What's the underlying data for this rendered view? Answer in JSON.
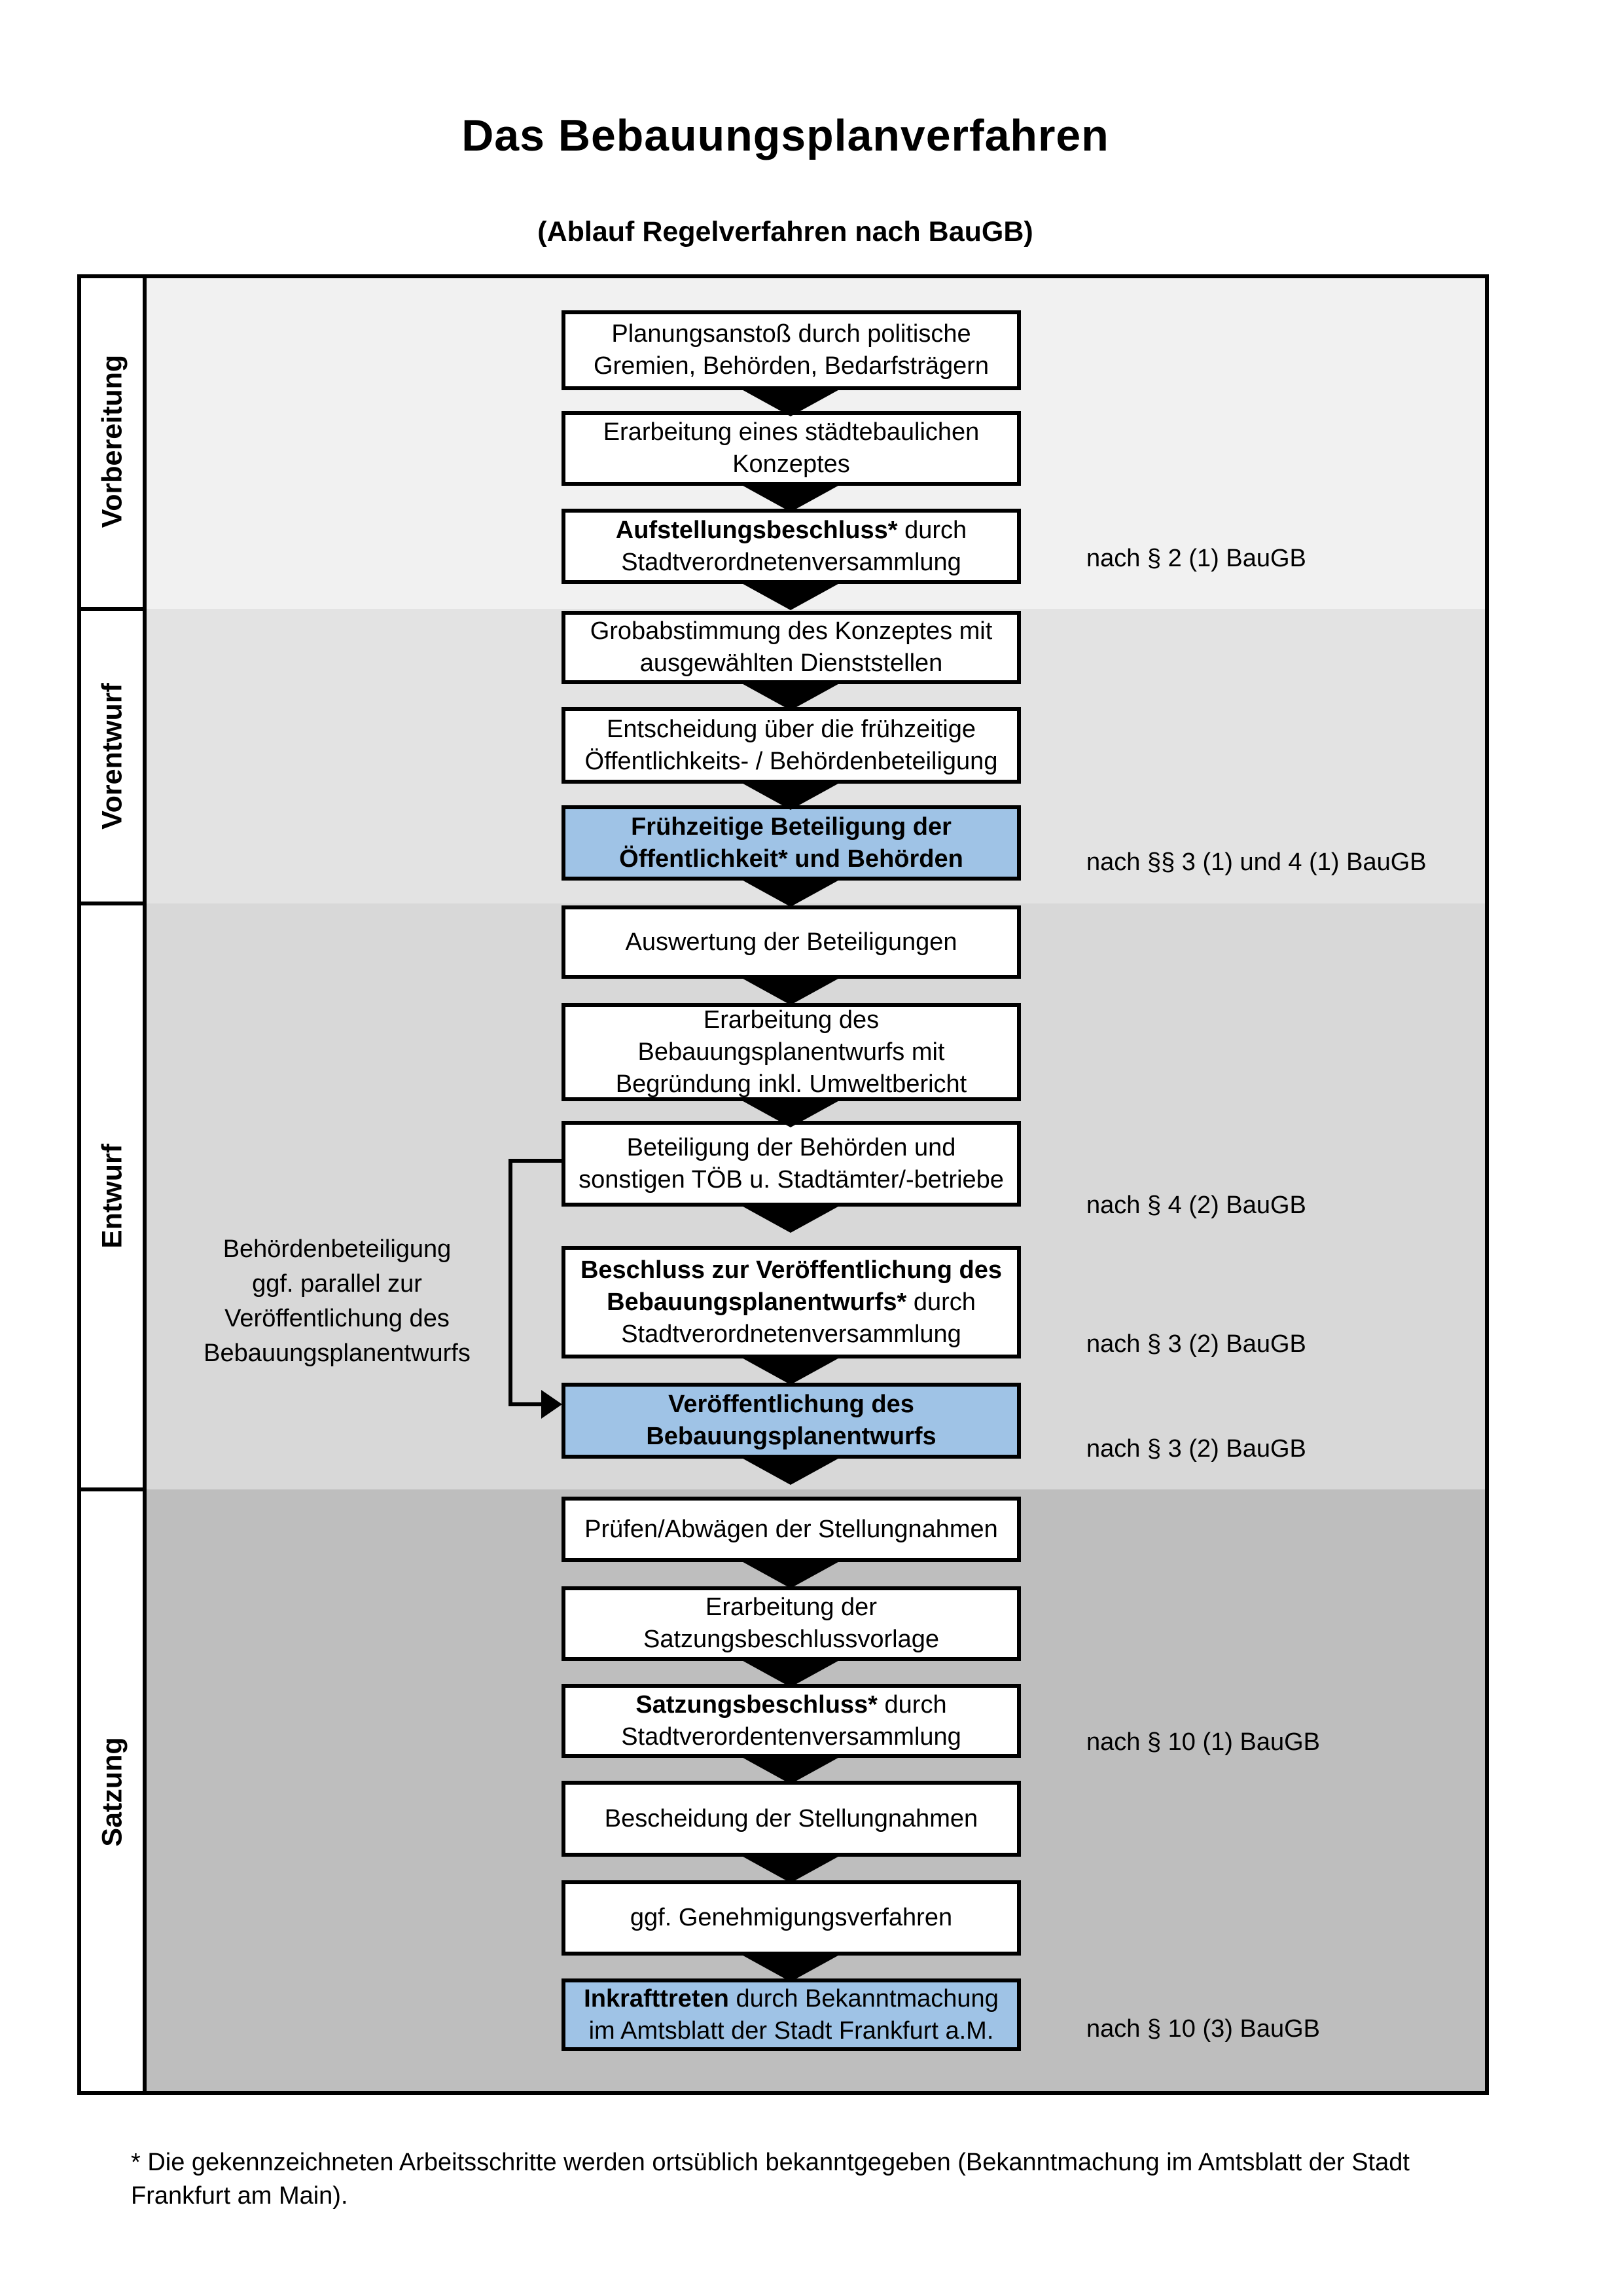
{
  "page": {
    "title": "Das Bebauungsplanverfahren",
    "subtitle": "(Ablauf Regelverfahren nach BauGB)"
  },
  "colors": {
    "band_vorbereitung": "#f1f1f1",
    "band_vorentwurf": "#e3e3e3",
    "band_entwurf": "#d8d8d8",
    "band_satzung": "#bebebe",
    "highlight_blue": "#9fc3e6",
    "line_black": "#000000"
  },
  "phases": [
    {
      "label": "Vorbereitung"
    },
    {
      "label": "Vorentwurf"
    },
    {
      "label": "Entwurf"
    },
    {
      "label": "Satzung"
    }
  ],
  "steps": [
    {
      "lines": [
        {
          "t": "Planungsanstoß durch politische"
        },
        {
          "t": "Gremien, Behörden, Bedarfsträgern"
        }
      ]
    },
    {
      "lines": [
        {
          "t": "Erarbeitung eines städtebaulichen"
        },
        {
          "t": "Konzeptes"
        }
      ]
    },
    {
      "lines": [
        {
          "b": "Aufstellungsbeschluss*",
          "r": " durch"
        },
        {
          "t": "Stadtverordnetenversammlung"
        }
      ]
    },
    {
      "lines": [
        {
          "t": "Grobabstimmung des Konzeptes mit"
        },
        {
          "t": "ausgewählten Dienststellen"
        }
      ]
    },
    {
      "lines": [
        {
          "t": "Entscheidung über die frühzeitige"
        },
        {
          "t": "Öffentlichkeits- / Behördenbeteiligung"
        }
      ]
    },
    {
      "lines": [
        {
          "t": "Frühzeitige Beteiligung der"
        },
        {
          "t": "Öffentlichkeit* und Behörden"
        }
      ]
    },
    {
      "lines": [
        {
          "t": "Auswertung der Beteiligungen"
        }
      ]
    },
    {
      "lines": [
        {
          "t": "Erarbeitung des"
        },
        {
          "t": "Bebauungsplanentwurfs mit"
        },
        {
          "t": "Begründung inkl. Umweltbericht"
        }
      ]
    },
    {
      "lines": [
        {
          "t": "Beteiligung der Behörden und"
        },
        {
          "t": "sonstigen TÖB u. Stadtämter/-betriebe"
        }
      ]
    },
    {
      "lines": [
        {
          "t": "Beschluss zur Veröffentlichung des"
        },
        {
          "b": "Bebauungsplanentwurfs*",
          "r": " durch"
        },
        {
          "t": "Stadtverordnetenversammlung"
        }
      ]
    },
    {
      "lines": [
        {
          "t": "Veröffentlichung des"
        },
        {
          "t": "Bebauungsplanentwurfs"
        }
      ]
    },
    {
      "lines": [
        {
          "t": "Prüfen/Abwägen der Stellungnahmen"
        }
      ]
    },
    {
      "lines": [
        {
          "t": "Erarbeitung der"
        },
        {
          "t": "Satzungsbeschlussvorlage"
        }
      ]
    },
    {
      "lines": [
        {
          "b": "Satzungsbeschluss*",
          "r": " durch"
        },
        {
          "t": "Stadtverordentenversammlung"
        }
      ]
    },
    {
      "lines": [
        {
          "t": "Bescheidung der Stellungnahmen"
        }
      ]
    },
    {
      "lines": [
        {
          "t": "ggf. Genehmigungsverfahren"
        }
      ]
    },
    {
      "lines": [
        {
          "b": "Inkrafttreten",
          "r": " durch Bekanntmachung"
        },
        {
          "t": "im Amtsblatt der Stadt Frankfurt a.M."
        }
      ]
    }
  ],
  "annotations": [
    {
      "text": "nach § 2 (1) BauGB"
    },
    {
      "text": "nach §§ 3 (1) und 4 (1) BauGB"
    },
    {
      "text": "nach § 4 (2) BauGB"
    },
    {
      "text": "nach § 3 (2) BauGB"
    },
    {
      "text": "nach § 3 (2) BauGB"
    },
    {
      "text": "nach § 10 (1) BauGB"
    },
    {
      "text": "nach § 10 (3) BauGB"
    }
  ],
  "side_note": {
    "lines": [
      "Behördenbeteiligung",
      "ggf. parallel zur",
      "Veröffentlichung des",
      "Bebauungsplanentwurfs"
    ]
  },
  "footnote": {
    "line1": "* Die gekennzeichneten Arbeitsschritte werden ortsüblich bekanntgegeben (Bekanntmachung im Amtsblatt  der Stadt",
    "line2": "Frankfurt am Main)."
  }
}
